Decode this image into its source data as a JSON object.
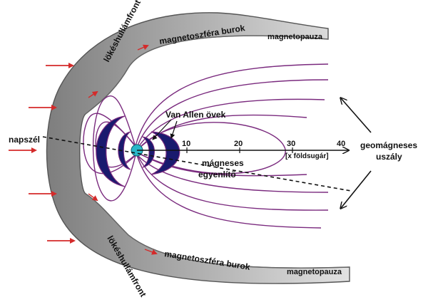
{
  "labels": {
    "shock_front_top": "lökéshullámfront",
    "shock_front_bottom": "lökéshullámfront",
    "sheath_top": "magnetoszféra burok",
    "sheath_bottom": "magnetoszféra burok",
    "magnetopause_top": "magnetopauza",
    "magnetopause_bottom": "magnetopauza",
    "solar_wind": "napszél",
    "van_allen": "Van Allen övek",
    "magnetic_equator_line1": "mágneses",
    "magnetic_equator_line2": "egyenlítő",
    "tail_line1": "geomágneses",
    "tail_line2": "uszály",
    "axis_unit": "[x földsugár]"
  },
  "axis": {
    "ticks": [
      "10",
      "20",
      "30",
      "40"
    ]
  },
  "colors": {
    "field_lines": "#7a2a7e",
    "belts": "#1a1a6e",
    "earth": "#2ab7c9",
    "wind_arrows": "#d42a2a",
    "sheath_fill": "#9a9a9a",
    "shock_outline": "#555555"
  }
}
